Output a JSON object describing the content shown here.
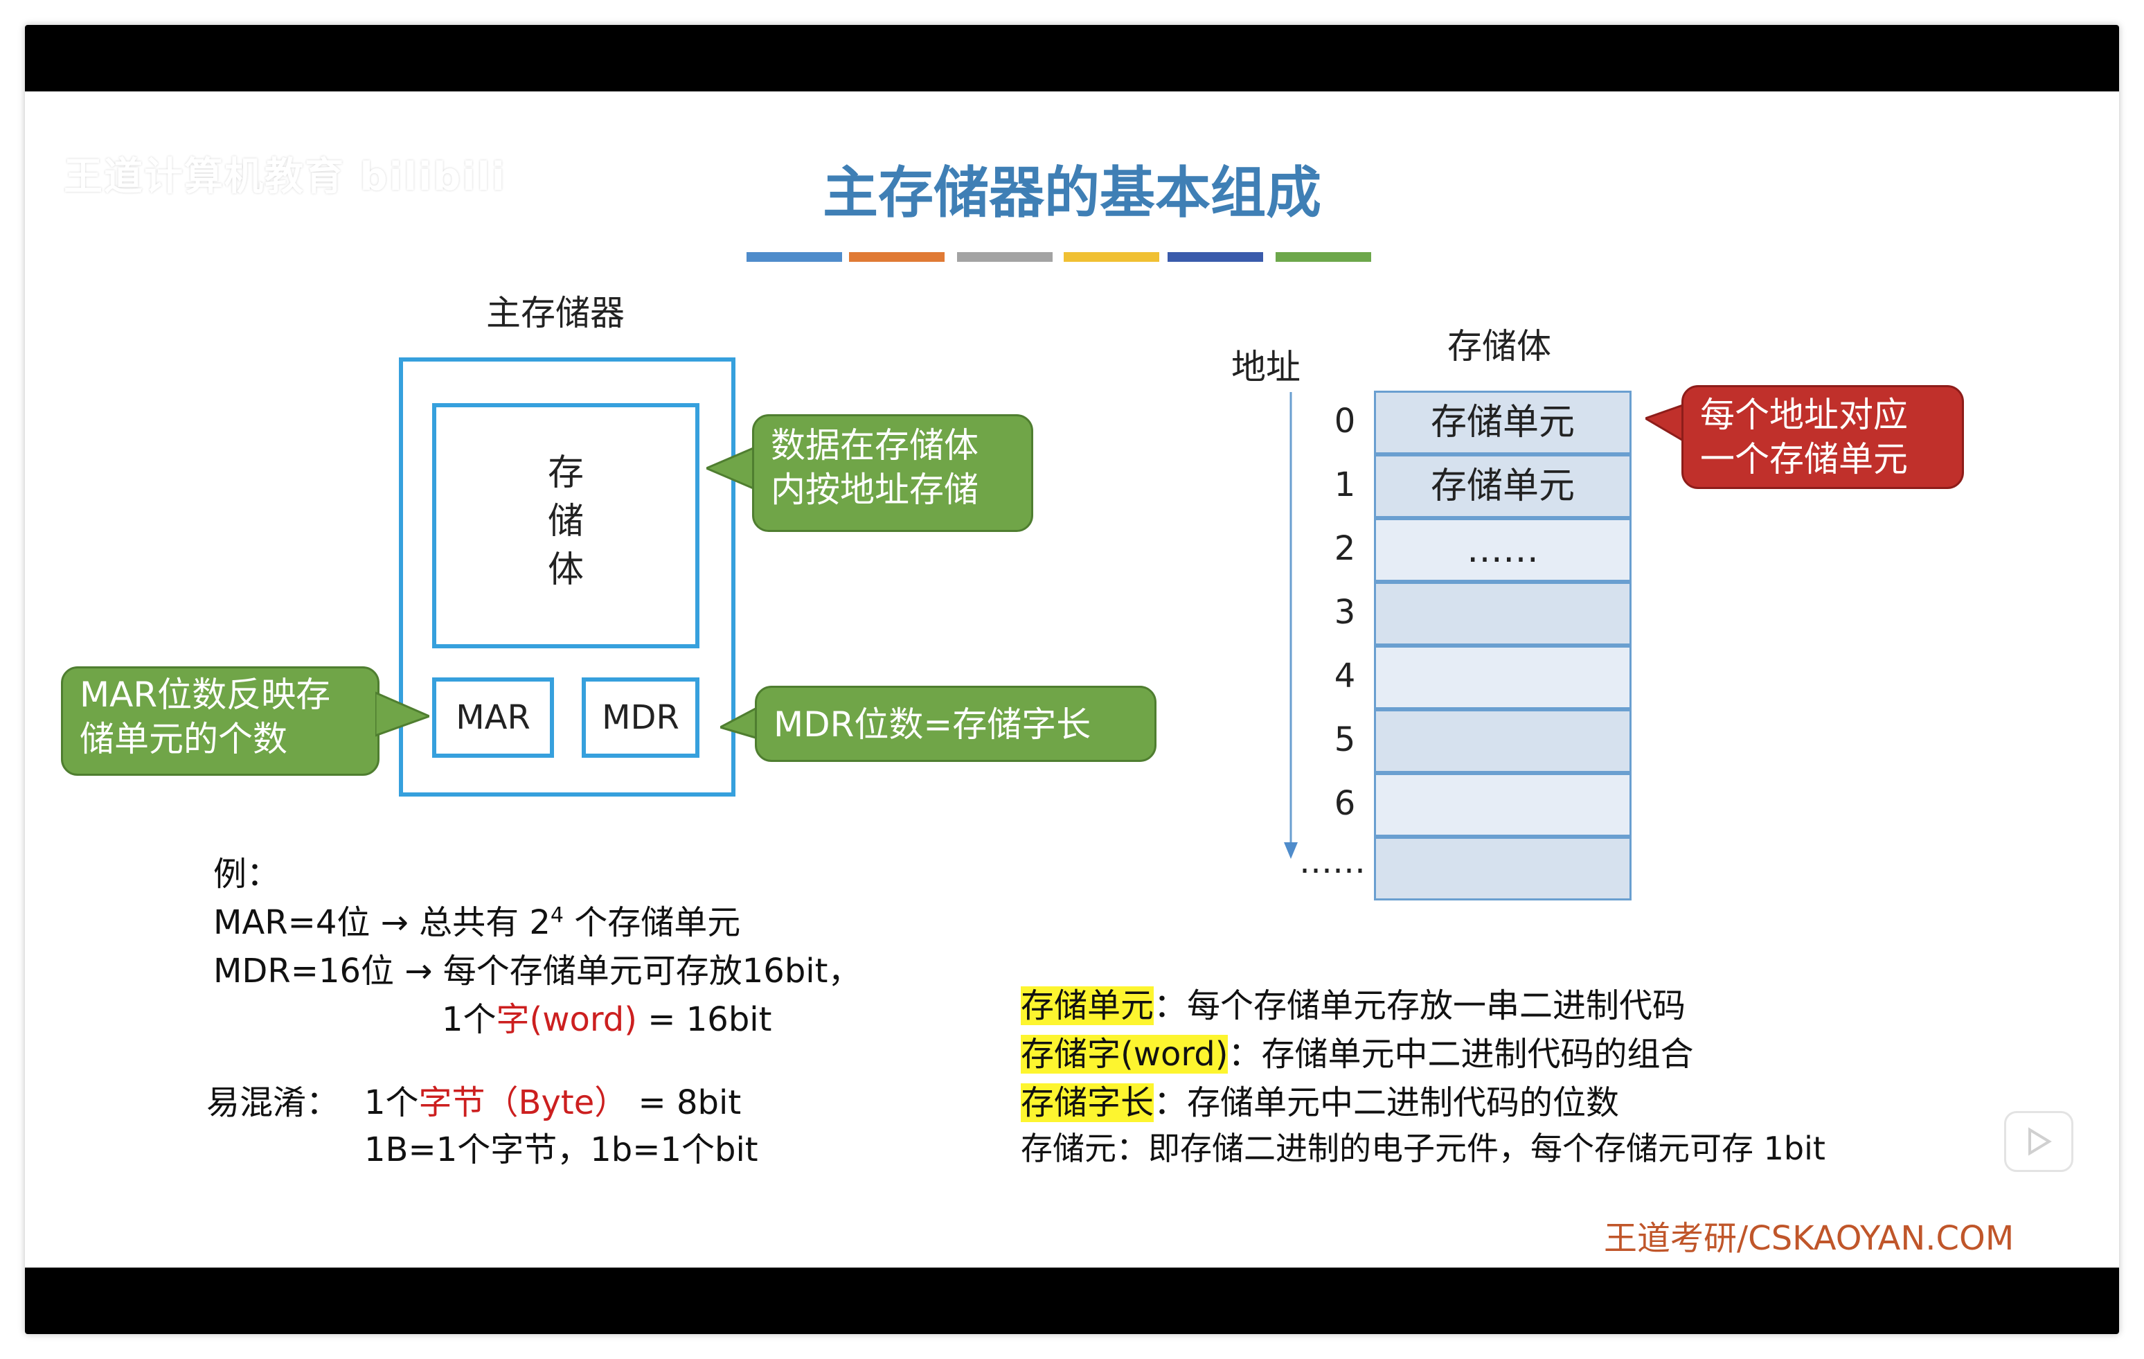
{
  "watermark": "王道计算机教育 bilibili",
  "slide": {
    "title": "主存储器的基本组成",
    "underline_colors": [
      "#4f8ccb",
      "#e07a35",
      "#a3a3a3",
      "#f0c033",
      "#3a5bab",
      "#6da74b"
    ]
  },
  "diagram": {
    "main_label": "主存储器",
    "storage_body": [
      "存",
      "储",
      "体"
    ],
    "mar_label": "MAR",
    "mdr_label": "MDR",
    "bubble_data": [
      "数据在存储体",
      "内按地址存储"
    ],
    "bubble_mar": [
      "MAR位数反映存",
      "储单元的个数"
    ],
    "bubble_mdr": "MDR位数=存储字长"
  },
  "memory": {
    "addr_header": "地址",
    "body_header": "存储体",
    "addresses": [
      "0",
      "1",
      "2",
      "3",
      "4",
      "5",
      "6",
      "……"
    ],
    "cells": [
      "存储单元",
      "存储单元",
      "……",
      "",
      "",
      "",
      "",
      ""
    ],
    "bubble": [
      "每个地址对应",
      "一个存储单元"
    ]
  },
  "example": {
    "label": "例：",
    "line1_a": "MAR=4位 → 总共有 2",
    "line1_sup": "4",
    "line1_b": " 个存储单元",
    "line2": "MDR=16位 → 每个存储单元可存放16bit，",
    "line3_a": "1个",
    "line3_red": "字(word)",
    "line3_b": " = 16bit"
  },
  "confuse": {
    "label": "易混淆：",
    "line1_a": "1个",
    "line1_red": "字节（Byte）",
    "line1_b": " = 8bit",
    "line2": "1B=1个字节，1b=1个bit"
  },
  "definitions": [
    {
      "term": "存储单元",
      "desc": "：每个存储单元存放一串二进制代码"
    },
    {
      "term": "存储字(word)",
      "desc": "：存储单元中二进制代码的组合"
    },
    {
      "term": "存储字长",
      "desc": "：存储单元中二进制代码的位数"
    }
  ],
  "def_last": "存储元：即存储二进制的电子元件，每个存储元可存 1bit",
  "footer": "王道考研/CSKAOYAN.COM"
}
